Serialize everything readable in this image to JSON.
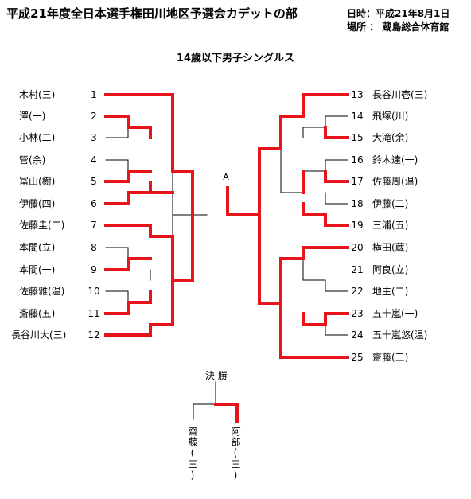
{
  "header": {
    "title": "平成21年度全日本選手権田川地区予選会カデットの部",
    "date_line": "日時：平成21年8月1日",
    "venue_line": "場所 ： 蔵島総合体育館"
  },
  "subtitle": "14歳以下男子シングルス",
  "bracket": {
    "left": [
      {
        "no": "1",
        "name": "木村(三)"
      },
      {
        "no": "2",
        "name": "澤(一)"
      },
      {
        "no": "3",
        "name": "小林(二)"
      },
      {
        "no": "4",
        "name": "管(余)"
      },
      {
        "no": "5",
        "name": "冨山(樹)"
      },
      {
        "no": "6",
        "name": "伊藤(四)"
      },
      {
        "no": "7",
        "name": "佐藤圭(二)"
      },
      {
        "no": "8",
        "name": "本間(立)"
      },
      {
        "no": "9",
        "name": "本間(一)"
      },
      {
        "no": "10",
        "name": "佐藤雅(温)"
      },
      {
        "no": "11",
        "name": "斎藤(五)"
      },
      {
        "no": "12",
        "name": "長谷川大(三)"
      }
    ],
    "right": [
      {
        "no": "13",
        "name": "長谷川壱(三)"
      },
      {
        "no": "14",
        "name": "飛塚(川)"
      },
      {
        "no": "15",
        "name": "大滝(余)"
      },
      {
        "no": "16",
        "name": "鈴木達(一)"
      },
      {
        "no": "17",
        "name": "佐藤周(温)"
      },
      {
        "no": "18",
        "name": "伊藤(二)"
      },
      {
        "no": "19",
        "name": "三浦(五)"
      },
      {
        "no": "20",
        "name": "横田(蔵)"
      },
      {
        "no": "21",
        "name": "阿良(立)"
      },
      {
        "no": "22",
        "name": "地主(二)"
      },
      {
        "no": "23",
        "name": "五十嵐(一)"
      },
      {
        "no": "24",
        "name": "五十嵐悠(温)"
      },
      {
        "no": "25",
        "name": "齋藤(三)"
      }
    ],
    "block_label": "A",
    "colors": {
      "winner": "#e8141b",
      "line": "#000000"
    }
  },
  "final": {
    "label": "決 勝",
    "left_player": "齋藤(三)",
    "right_player": "阿部(三)"
  }
}
